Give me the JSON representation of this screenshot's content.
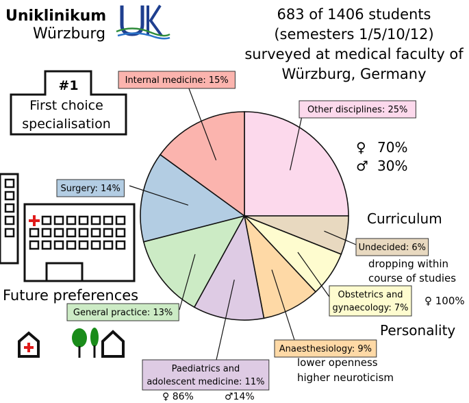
{
  "logo": {
    "name_line1": "Uniklinikum",
    "name_line2": "Würzburg",
    "mark_letters": "UK"
  },
  "survey_text": [
    "683 of 1406 students",
    "(semesters 1/5/10/12)",
    "surveyed at medical faculty of",
    "Würzburg, Germany"
  ],
  "first_choice_sign": {
    "rank": "#1",
    "line1": "First choice",
    "line2": "specialisation"
  },
  "future_preferences_label": "Future preferences",
  "gender_overall": {
    "female_symbol": "♀",
    "female_pct": "70%",
    "male_symbol": "♂",
    "male_pct": "30%"
  },
  "factors": {
    "curriculum_label": "Curriculum",
    "curriculum_note_line1": "dropping within",
    "curriculum_note_line2": "course of studies",
    "obgyn_gender": "♀ 100%",
    "personality_label": "Personality",
    "personality_note_line1": "lower openness",
    "personality_note_line2": "higher neuroticism",
    "paediatrics_female": "♀ 86%",
    "paediatrics_male": "♂14%"
  },
  "chart_data": {
    "type": "pie",
    "slices": [
      {
        "key": "other",
        "label_lines": [
          "Other disciplines: 25%"
        ],
        "value": 25,
        "color": "#fcd9ec",
        "label_bg": "#fcd9ec"
      },
      {
        "key": "undecided",
        "label_lines": [
          "Undecided: 6%"
        ],
        "value": 6,
        "color": "#e8d9c0",
        "label_bg": "#e8d9c0"
      },
      {
        "key": "obgyn",
        "label_lines": [
          "Obstetrics and",
          "gynaecology: 7%"
        ],
        "value": 7,
        "color": "#fefccf",
        "label_bg": "#fefccf"
      },
      {
        "key": "anaesthesiology",
        "label_lines": [
          "Anaesthesiology: 9%"
        ],
        "value": 9,
        "color": "#fed9a6",
        "label_bg": "#fed9a6"
      },
      {
        "key": "paediatrics",
        "label_lines": [
          "Paediatrics and",
          "adolescent medicine: 11%"
        ],
        "value": 11,
        "color": "#decbe4",
        "label_bg": "#decbe4"
      },
      {
        "key": "general_practice",
        "label_lines": [
          "General practice: 13%"
        ],
        "value": 13,
        "color": "#ccebc5",
        "label_bg": "#ccebc5"
      },
      {
        "key": "surgery",
        "label_lines": [
          "Surgery: 14%"
        ],
        "value": 14,
        "color": "#b3cde3",
        "label_bg": "#b3cde3"
      },
      {
        "key": "internal_medicine",
        "label_lines": [
          "Internal medicine: 15%"
        ],
        "value": 15,
        "color": "#fbb4ae",
        "label_bg": "#fbb4ae"
      }
    ]
  }
}
